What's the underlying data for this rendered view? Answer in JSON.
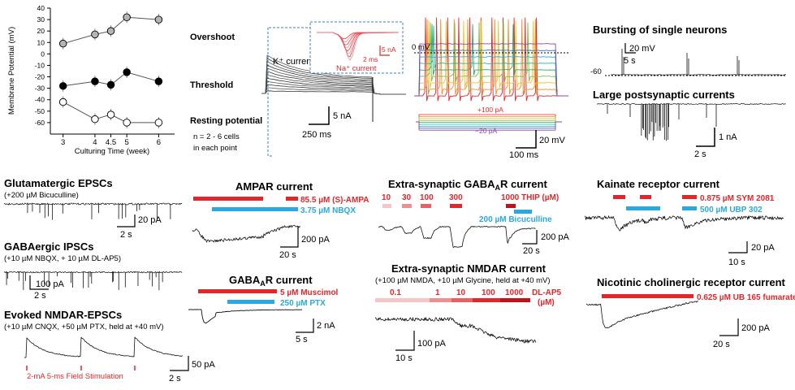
{
  "colors": {
    "red": "#e4262a",
    "cyan": "#29a9e0",
    "purple": "#8e44ad",
    "blue_dash": "#3a7fd5"
  },
  "chart_data": {
    "type": "scatter",
    "ylabel": "Membrane Potential (mV)",
    "xlabel": "Culturing Time (week)",
    "xlim": [
      2.6,
      6.5
    ],
    "ylim": [
      -70,
      40
    ],
    "x_ticks": [
      "3",
      "4",
      "4.5",
      "5",
      "6"
    ],
    "y_ticks": [
      "-60",
      "-50",
      "-40",
      "-30",
      "-20",
      "-10",
      "0",
      "10",
      "20",
      "30",
      "40"
    ],
    "grid": false,
    "series": [
      {
        "name": "Overshoot",
        "marker": "gray-filled",
        "x": [
          3,
          4,
          4.5,
          5,
          6
        ],
        "y": [
          9,
          17,
          20,
          32,
          30
        ]
      },
      {
        "name": "Threshold",
        "marker": "black-filled",
        "x": [
          3,
          4,
          4.5,
          5,
          6
        ],
        "y": [
          -28,
          -24,
          -27,
          -16,
          -24
        ]
      },
      {
        "name": "Resting potential",
        "marker": "open",
        "x": [
          3,
          4,
          4.5,
          5,
          6
        ],
        "y": [
          -42,
          -57,
          -53,
          -60,
          -60
        ]
      }
    ],
    "note_line1": "n = 2 - 6 cells",
    "note_line2": "in each point"
  },
  "panels": {
    "k_current": {
      "label": "K⁺ current",
      "inset_label": "Na⁺ current",
      "inset_scale_y": "5 nA",
      "inset_scale_x": "2 ms",
      "scale_y": "5 nA",
      "scale_x": "250 ms"
    },
    "spikes": {
      "zero_label": "0 mV",
      "step_high": "+100 pA",
      "step_low": "−20 pA",
      "scale_y": "20 mV",
      "scale_x": "100 ms"
    },
    "bursting": {
      "title": "Bursting of single neurons",
      "scale_y": "20 mV",
      "scale_x": "5 s",
      "baseline": "-60"
    },
    "large_psc": {
      "title": "Large postsynaptic currents",
      "scale_y": "1 nA",
      "scale_x": "2 s"
    },
    "glut": {
      "title": "Glutamatergic EPSCs",
      "sub": "(+200 µM Bicuculline)",
      "scale_y": "20 pA",
      "scale_x": "2 s"
    },
    "gaba_ipsc": {
      "title": "GABAergic IPSCs",
      "sub": "(+10 µM NBQX, + 10 µM DL-AP5)",
      "scale_y": "100 pA",
      "scale_x": "2 s"
    },
    "nmda_evoked": {
      "title": "Evoked NMDAR-EPSCs",
      "sub": "(+10 µM CNQX, +50 µM PTX, held at +40 mV)",
      "stim": "2-mA 5-ms Field Stimulation",
      "scale_y": "50 pA",
      "scale_x": "2 s"
    },
    "ampar": {
      "title": "AMPAR current",
      "drug_red": "85.5 µM (S)-AMPA",
      "drug_cyan": "3.75 µM NBQX",
      "scale_y": "200 pA",
      "scale_x": "20 s"
    },
    "gabaar": {
      "title_main": "GABA",
      "title_sub": "A",
      "title_tail": "R current",
      "drug_red": "5 µM Muscimol",
      "drug_cyan": "250 µM PTX",
      "scale_y": "2 nA",
      "scale_x": "5 s"
    },
    "xs_gabaar": {
      "title_main": "Extra-synaptic GABA",
      "title_sub": "A",
      "title_tail": "R current",
      "conc": [
        "10",
        "30",
        "100",
        "300",
        "1000 THIP (µM)"
      ],
      "drug_cyan": "200 µM Bicuculline",
      "scale_y": "200 pA",
      "scale_x": "20 s"
    },
    "xs_nmdar": {
      "title": "Extra-synaptic NMDAR current",
      "sub": "(+100 µM NMDA, +10 µM Glycine, held at +40 mV)",
      "conc": [
        "0.1",
        "1",
        "10",
        "100",
        "1000"
      ],
      "drug": "DL-AP5",
      "unit": "(µM)",
      "scale_y": "100 pA",
      "scale_x": "10 s"
    },
    "kainate": {
      "title": "Kainate receptor current",
      "drug_red": "0.875 µM SYM 2081",
      "drug_cyan": "500 µM UBP 302",
      "scale_y": "20 pA",
      "scale_x": "10 s"
    },
    "nicotinic": {
      "title": "Nicotinic cholinergic receptor current",
      "drug_red": "0.625 µM UB 165 fumarate",
      "scale_y": "200 pA",
      "scale_x": "20 s"
    }
  }
}
